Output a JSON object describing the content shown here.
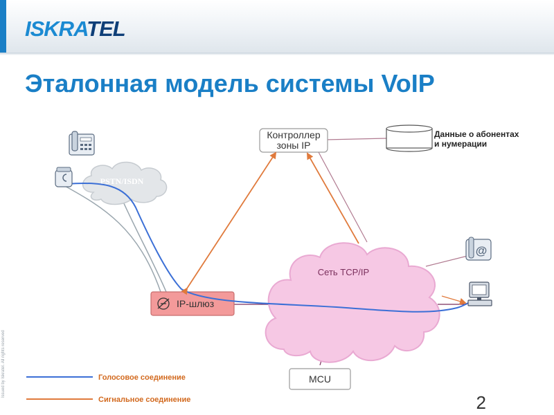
{
  "header": {
    "logo_part_1": "ISKRA",
    "logo_part_2": "TEL",
    "title": "Эталонная модель системы VoIP",
    "side_note": "Issued by Iskratel. All rights reserved"
  },
  "diagram": {
    "pstn_cloud": "PSTN/ISDN",
    "controller": [
      "Контроллер",
      "зоны IP"
    ],
    "database": [
      "Данные о абонентах",
      "и нумерации"
    ],
    "tcp_cloud": "Сеть TCP/IP",
    "gateway": "IP-шлюз",
    "mcu": "MCU",
    "icons": [
      "desk-phone-icon",
      "payphone-icon",
      "ip-phone-icon",
      "computer-icon",
      "gateway-icon",
      "database-icon"
    ]
  },
  "legend": {
    "voice": "Голосовое соединение",
    "signal": "Сигнальное соединение"
  },
  "colors": {
    "brand_blue": "#1a7fc6",
    "voice_line": "#3b6fd6",
    "signal_line": "#e07a3c",
    "tcp_cloud_fill": "#f6c8e4",
    "gateway_fill": "#f39a9a",
    "plain_link": "#9aa6ae",
    "mauve_link": "#b07a90"
  },
  "page_number": "2"
}
